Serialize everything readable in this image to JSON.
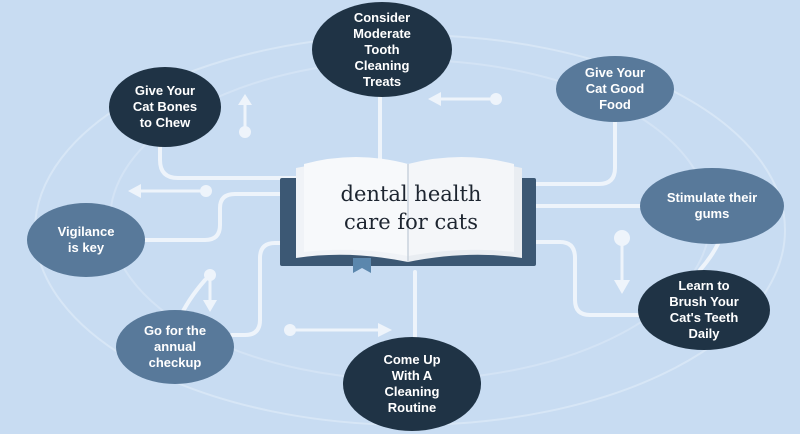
{
  "title": "dental health care for cats",
  "title_lines": [
    "dental health",
    "care for cats"
  ],
  "colors": {
    "background": "#c8dcf2",
    "connector": "#eef4fb",
    "dark_node": "#1f3345",
    "mid_node": "#58799a",
    "book_cover": "#3c5874",
    "bookmark": "#5b87ad"
  },
  "nodes": [
    {
      "id": "treats",
      "label": "Consider Moderate Tooth Cleaning Treats",
      "style": "dark"
    },
    {
      "id": "bones",
      "label": "Give Your Cat Bones to Chew",
      "style": "dark"
    },
    {
      "id": "food",
      "label": "Give Your Cat Good Food",
      "style": "mid"
    },
    {
      "id": "gums",
      "label": "Stimulate their gums",
      "style": "mid"
    },
    {
      "id": "vigilance",
      "label": "Vigilance is key",
      "style": "mid"
    },
    {
      "id": "brush",
      "label": "Learn to Brush Your Cat's Teeth Daily",
      "style": "dark"
    },
    {
      "id": "checkup",
      "label": "Go for the annual checkup",
      "style": "mid"
    },
    {
      "id": "routine",
      "label": "Come Up With A Cleaning Routine",
      "style": "dark"
    }
  ],
  "icons": [
    "book-icon",
    "bookmark-icon",
    "arrow-icon"
  ]
}
